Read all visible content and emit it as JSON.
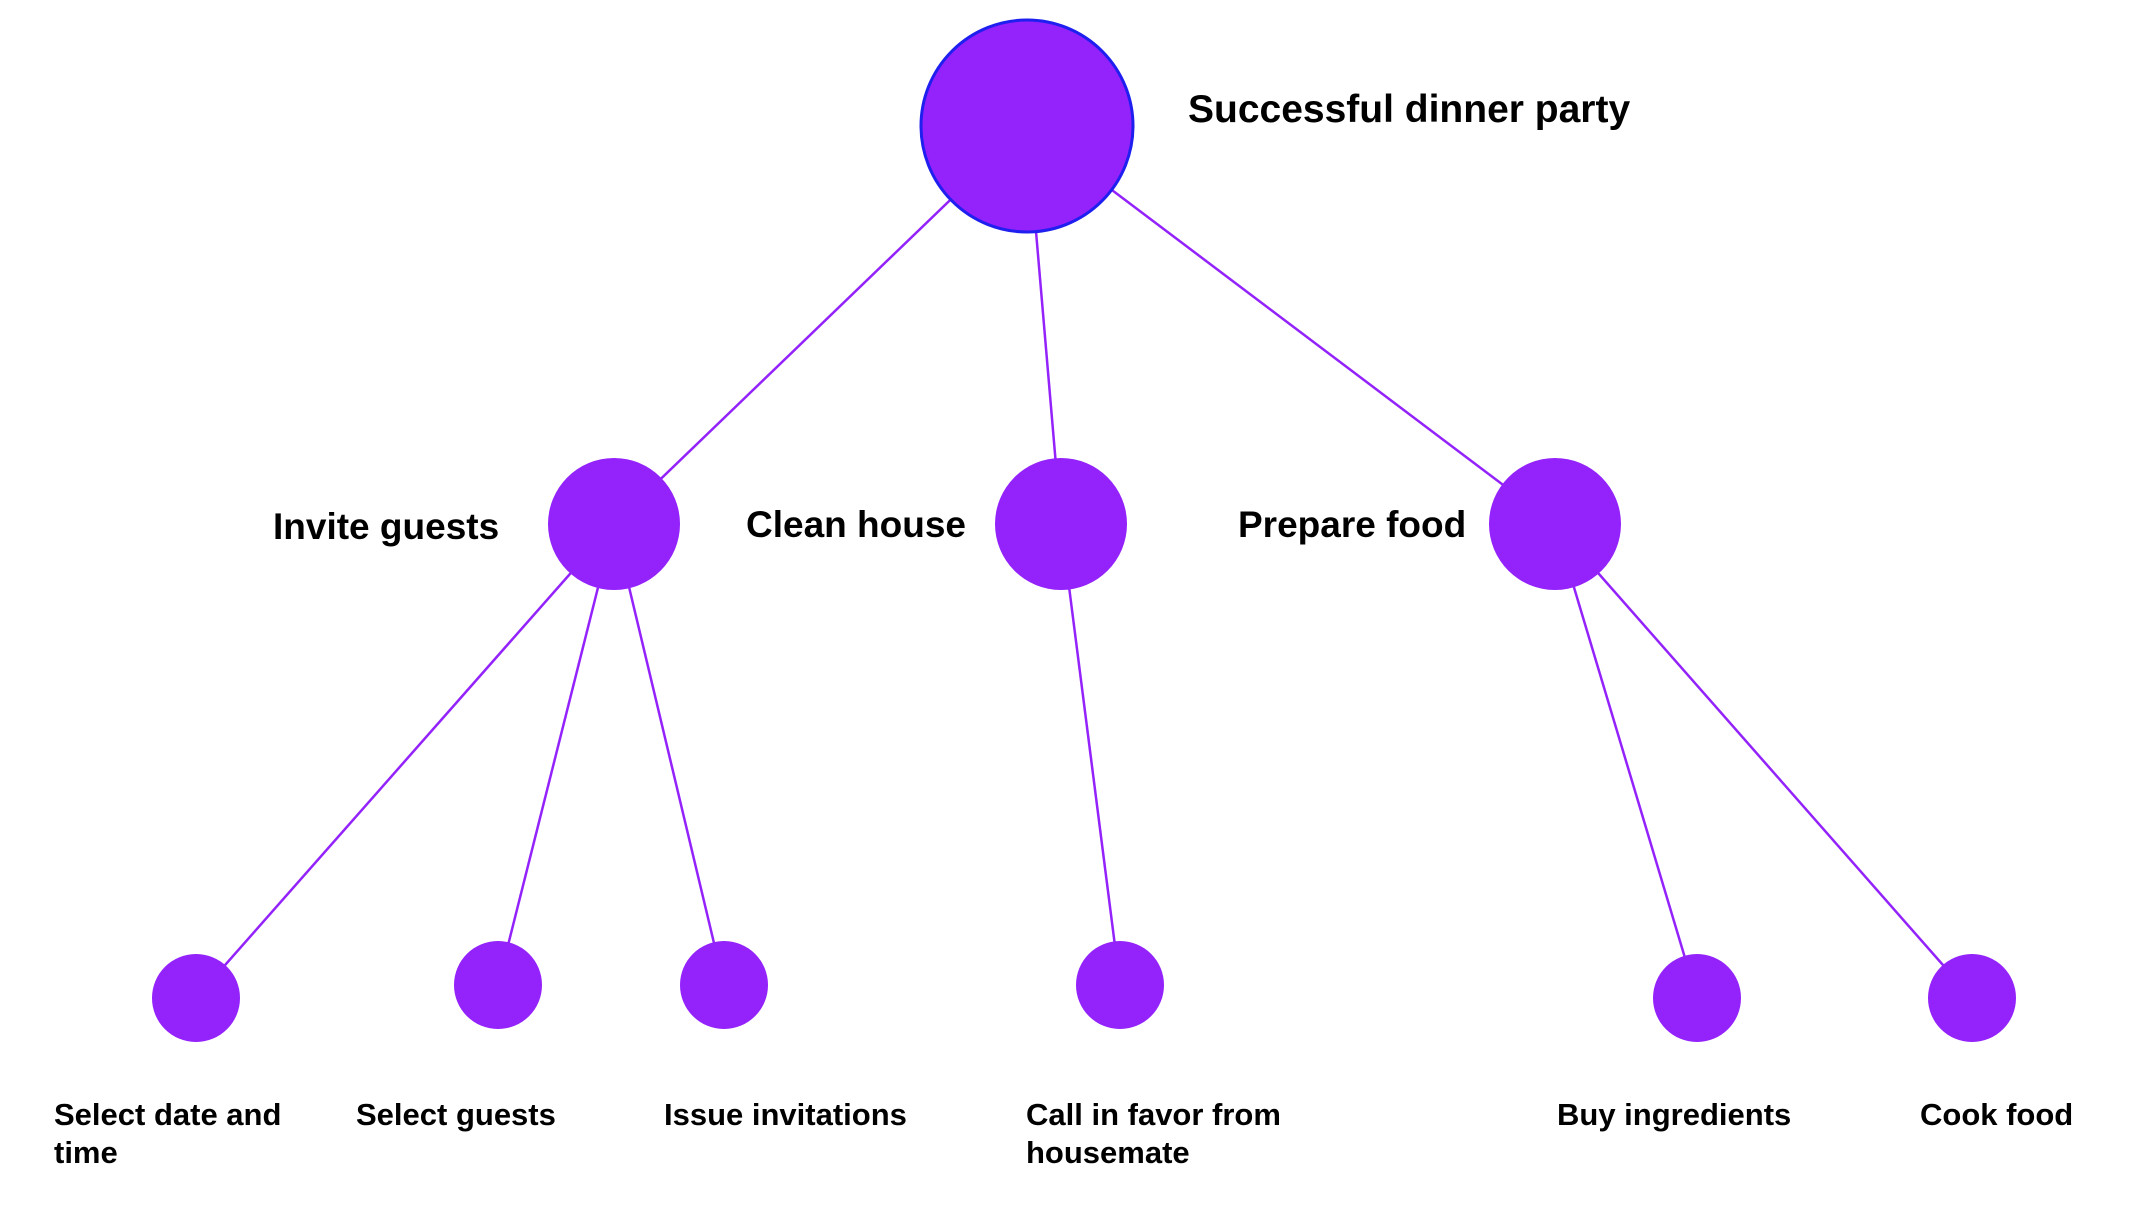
{
  "colors": {
    "node_fill": "#9322fb",
    "root_stroke": "#1f1ff0",
    "edge": "#9322fb",
    "text": "#000000"
  },
  "diagram": {
    "root": {
      "label": "Successful dinner party"
    },
    "level1": [
      {
        "id": "invite",
        "label": "Invite guests"
      },
      {
        "id": "clean",
        "label": "Clean house"
      },
      {
        "id": "prepare",
        "label": "Prepare food"
      }
    ],
    "leaves": [
      {
        "id": "date",
        "parent": "invite",
        "label": "Select date and time"
      },
      {
        "id": "guests",
        "parent": "invite",
        "label": "Select guests"
      },
      {
        "id": "invitations",
        "parent": "invite",
        "label": "Issue invitations"
      },
      {
        "id": "favor",
        "parent": "clean",
        "label": "Call in favor from housemate"
      },
      {
        "id": "ingredients",
        "parent": "prepare",
        "label": "Buy ingredients"
      },
      {
        "id": "cook",
        "parent": "prepare",
        "label": "Cook food"
      }
    ]
  }
}
